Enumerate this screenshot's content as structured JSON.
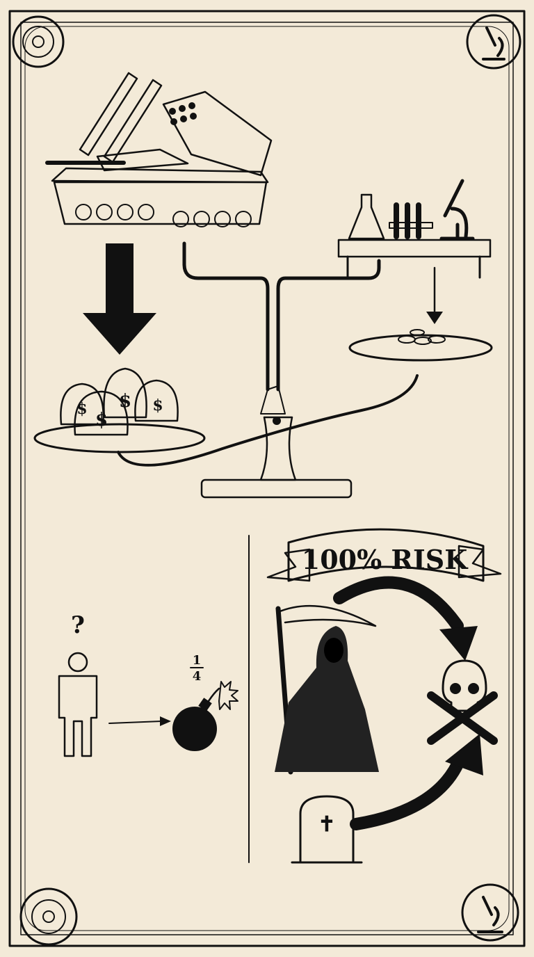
{
  "banner": {
    "text": "100% RISK"
  },
  "person": {
    "question_mark": "?"
  },
  "bomb": {
    "fraction_numerator": "1",
    "fraction_denominator": "4"
  },
  "money_bags": {
    "symbol": "$"
  },
  "tombstone": {
    "symbol": "✝"
  },
  "colors": {
    "paper": "#f3ead8",
    "ink": "#111111",
    "shade": "#d9ccb0"
  }
}
